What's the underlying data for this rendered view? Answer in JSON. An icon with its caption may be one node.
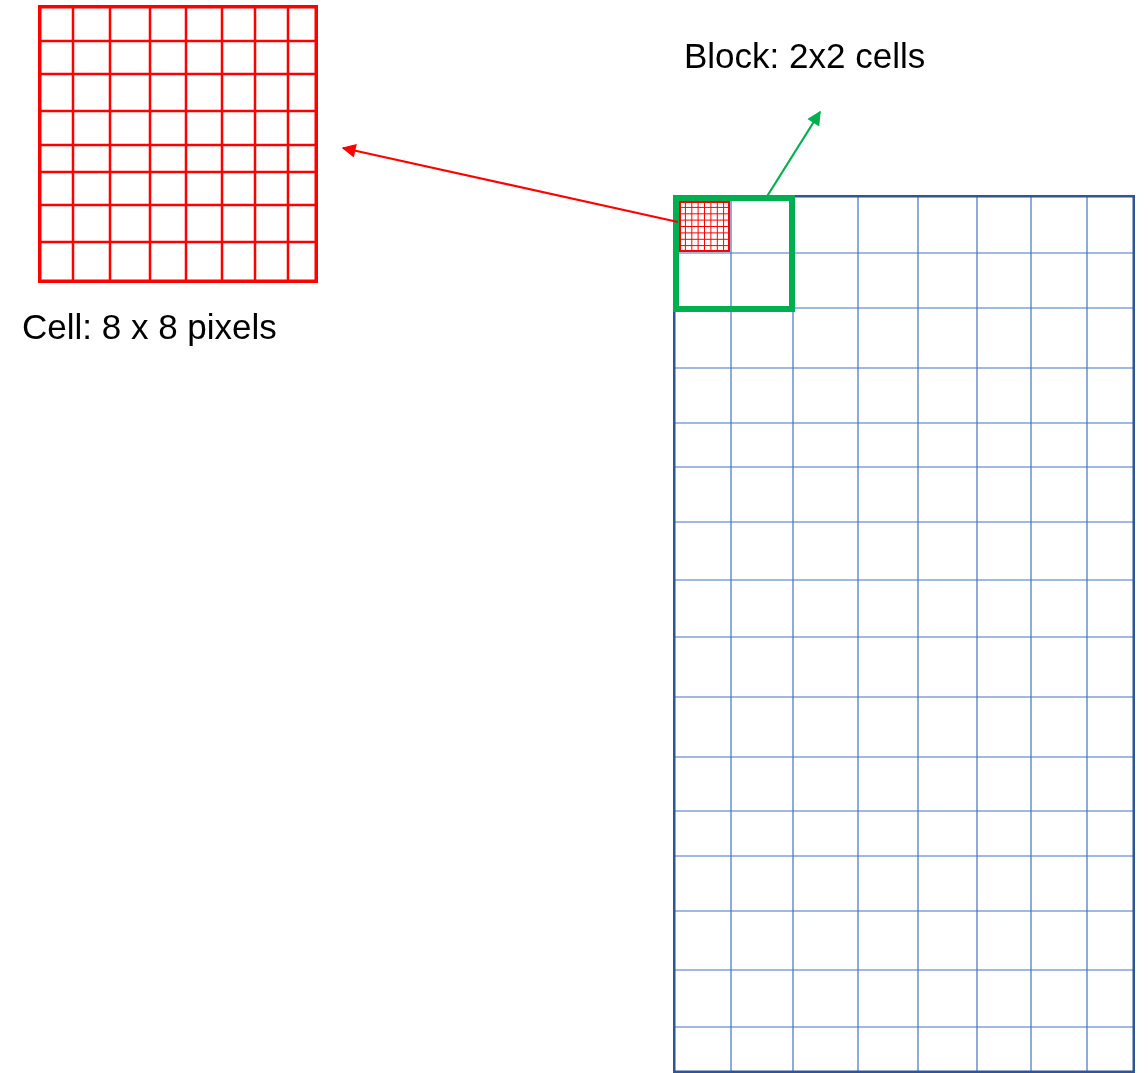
{
  "diagram": {
    "nodes": [
      {
        "text": [],
        "shape": "box",
        "beside": [
          "Cell: 8 x 8 pixels"
        ]
      },
      {
        "text": [
          "Block: 2x2 cells"
        ]
      },
      {
        "text": [],
        "shape": "box"
      },
      {
        "text": [],
        "shape": "box",
        "in": 2
      },
      {
        "text": [],
        "shape": "box",
        "in": 3
      }
    ],
    "edges": [
      {
        "from": 4,
        "to": 0,
        "arrow": "to",
        "color": "#ff0000"
      },
      {
        "from": 3,
        "to": 1,
        "arrow": "to",
        "color": "#00b050"
      }
    ]
  }
}
